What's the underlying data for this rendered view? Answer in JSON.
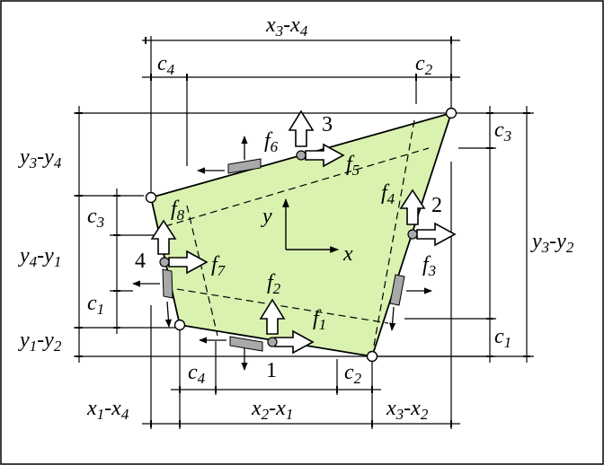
{
  "colors": {
    "element_fill": "#d9f2b0",
    "grey_block": "#a9a9a9",
    "frame": "#000000"
  },
  "labels": {
    "x3x4": {
      "a": "x",
      "s1": "3",
      "op": "-",
      "b": "x",
      "s2": "4"
    },
    "x1x4": {
      "a": "x",
      "s1": "1",
      "op": "-",
      "b": "x",
      "s2": "4"
    },
    "x2x1": {
      "a": "x",
      "s1": "2",
      "op": "-",
      "b": "x",
      "s2": "1"
    },
    "x3x2": {
      "a": "x",
      "s1": "3",
      "op": "-",
      "b": "x",
      "s2": "2"
    },
    "y3y4": {
      "a": "y",
      "s1": "3",
      "op": "-",
      "b": "y",
      "s2": "4"
    },
    "y4y1": {
      "a": "y",
      "s1": "4",
      "op": "-",
      "b": "y",
      "s2": "1"
    },
    "y1y2": {
      "a": "y",
      "s1": "1",
      "op": "-",
      "b": "y",
      "s2": "2"
    },
    "y3y2": {
      "a": "y",
      "s1": "3",
      "op": "-",
      "b": "y",
      "s2": "2"
    },
    "c_top_left": {
      "a": "c",
      "s": "4"
    },
    "c_top_right": {
      "a": "c",
      "s": "2"
    },
    "c_right_top": {
      "a": "c",
      "s": "3"
    },
    "c_right_bot": {
      "a": "c",
      "s": "1"
    },
    "c_left_top": {
      "a": "c",
      "s": "3"
    },
    "c_left_bot": {
      "a": "c",
      "s": "1"
    },
    "c_bot_left": {
      "a": "c",
      "s": "4"
    },
    "c_bot_right": {
      "a": "c",
      "s": "2"
    },
    "axis_x": "x",
    "axis_y": "y",
    "forces": {
      "f1": {
        "a": "f",
        "s": "1"
      },
      "f2": {
        "a": "f",
        "s": "2"
      },
      "f3": {
        "a": "f",
        "s": "3"
      },
      "f4": {
        "a": "f",
        "s": "4"
      },
      "f5": {
        "a": "f",
        "s": "5"
      },
      "f6": {
        "a": "f",
        "s": "6"
      },
      "f7": {
        "a": "f",
        "s": "7"
      },
      "f8": {
        "a": "f",
        "s": "8"
      }
    },
    "side_numbers": {
      "s1": "1",
      "s2": "2",
      "s3": "3",
      "s4": "4"
    }
  }
}
